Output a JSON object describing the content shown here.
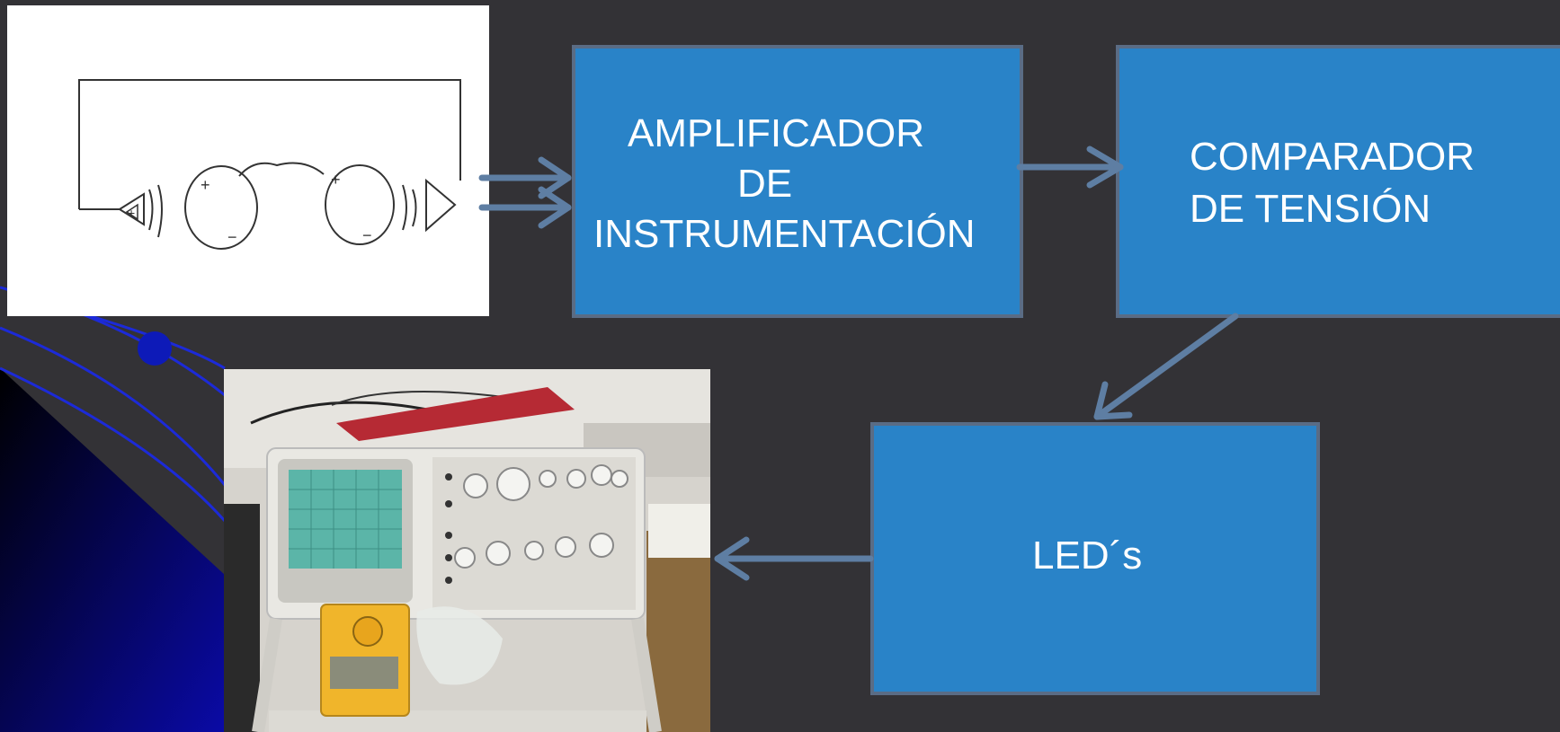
{
  "colors": {
    "background": "#333236",
    "block_fill": "#2983c8",
    "block_border": "#5a6c85",
    "arrow": "#5e7ea3",
    "text": "#ffffff"
  },
  "circuit_image": {
    "plus_left": "+",
    "minus_left": "−",
    "plus_right": "+",
    "minus_right": "−"
  },
  "blocks": {
    "amplifier": {
      "line1": "AMPLIFICADOR",
      "line2": "DE",
      "line3": "INSTRUMENTACIÓN"
    },
    "comparator": {
      "line1": "COMPARADOR",
      "line2": "DE TENSIÓN"
    },
    "leds": {
      "line1": "LED´s"
    }
  },
  "photo": {
    "subject": "oscilloscope-and-multimeter-on-bench"
  }
}
